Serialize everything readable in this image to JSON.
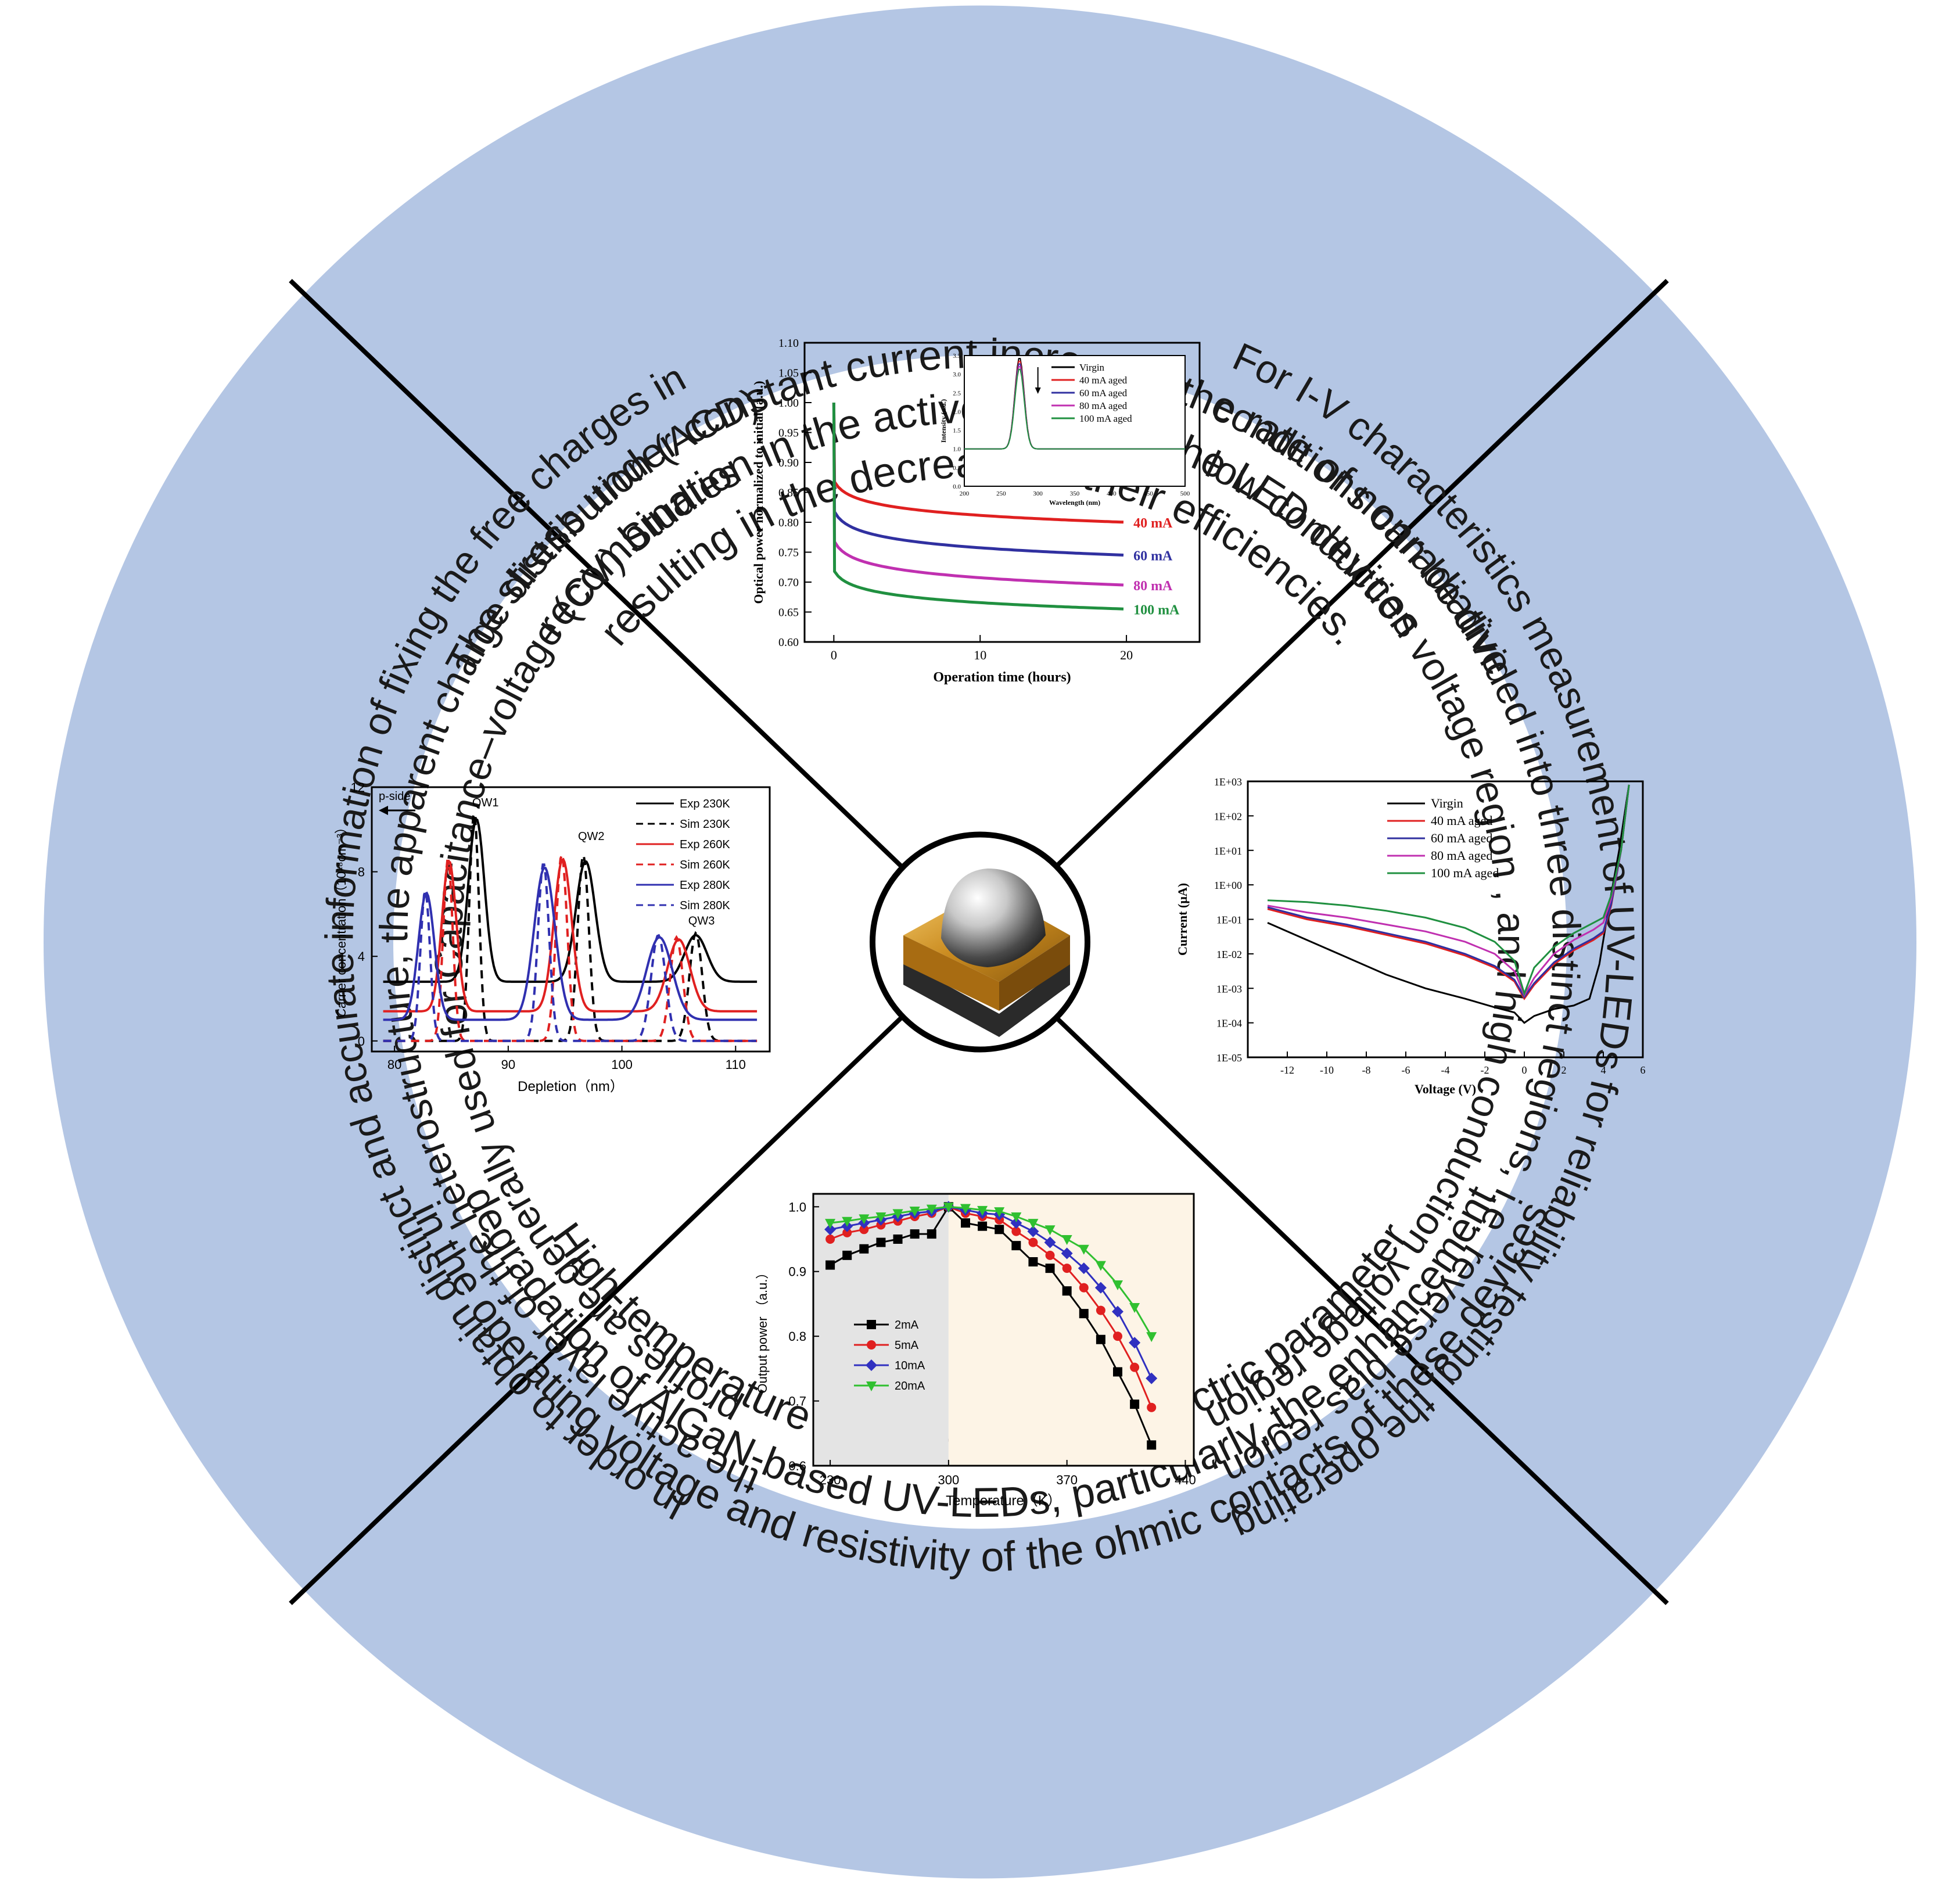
{
  "ring": {
    "top": {
      "lines": [
        "The stress under constant current increases the rate of nonradiative",
        "recombination in the active region of the LED devices",
        "resulting in the decrease of their efficiencies."
      ]
    },
    "right": {
      "lines": [
        "For I-V characteristics measurement of UV-LEDs for reliability testing, the operating",
        "conditions can be divided into three distinct regions, i.e. reverse bias region,",
        "low conduction voltage region , and high conduction voltage region"
      ]
    },
    "bottom": {
      "lines": [
        "High-temperature stress causes the electric parameter",
        "degradation of AlGaN-based UV-LEDs, particularly, the enhancement",
        "in the operating voltage and resistivity of the ohmic contacts of these devices"
      ]
    },
    "left": {
      "lines": [
        "In order to obtain distinct and accurate information of fixing the free charges in",
        "the active layer of the heterostructure, the apparent charge distribution (ACD)",
        "profiles are generally used for Capacitance–voltage (CV) Studies"
      ]
    }
  },
  "colors": {
    "ring": "#b4c6e4",
    "divider": "#000000"
  },
  "center_icon": "uv-led-package-icon",
  "chart_data": [
    {
      "id": "optical-power",
      "type": "line",
      "xlabel": "Operation time (hours)",
      "ylabel": "Optical power normalized to initial (a.u.)",
      "xlim": [
        -2,
        25
      ],
      "ylim": [
        0.6,
        1.1
      ],
      "xticks": [
        0,
        10,
        20
      ],
      "yticks": [
        "0.60",
        "0.65",
        "0.70",
        "0.75",
        "0.80",
        "0.85",
        "0.90",
        "0.95",
        "1.00",
        "1.05",
        "1.10"
      ],
      "series": [
        {
          "name": "40 mA",
          "color": "#e02020",
          "start": 0.87,
          "end": 0.8
        },
        {
          "name": "60 mA",
          "color": "#3030a0",
          "start": 0.82,
          "end": 0.745
        },
        {
          "name": "80 mA",
          "color": "#c030b0",
          "start": 0.77,
          "end": 0.695
        },
        {
          "name": "100 mA",
          "color": "#209040",
          "start": 0.72,
          "end": 0.655
        }
      ],
      "inset": {
        "xlabel": "Wavelength (nm)",
        "ylabel": "Intensity (a.u.)",
        "xlim": [
          200,
          500
        ],
        "ylim": [
          0.0,
          3.5
        ],
        "xticks": [
          200,
          250,
          300,
          350,
          400,
          450,
          500
        ],
        "yticks": [
          "0.0",
          "0.5",
          "1.0",
          "1.5",
          "2.0",
          "2.5",
          "3.0",
          "3.5"
        ],
        "peak_nm": 275,
        "peak": 3.45,
        "baseline": 1.0,
        "legend": [
          {
            "name": "Virgin",
            "color": "#000000"
          },
          {
            "name": "40 mA aged",
            "color": "#e02020"
          },
          {
            "name": "60 mA aged",
            "color": "#3030a0"
          },
          {
            "name": "80 mA aged",
            "color": "#c030b0"
          },
          {
            "name": "100 mA aged",
            "color": "#209040"
          }
        ]
      }
    },
    {
      "id": "iv-curve",
      "type": "line",
      "xlabel": "Voltage (V)",
      "ylabel": "Current (μA)",
      "xlim": [
        -14,
        6
      ],
      "ylim_log": [
        -5,
        3
      ],
      "xticks": [
        -12,
        -10,
        -8,
        -6,
        -4,
        -2,
        0,
        2,
        4,
        6
      ],
      "yticks": [
        "1E-05",
        "1E-04",
        "1E-03",
        "1E-02",
        "1E-01",
        "1E+00",
        "1E+01",
        "1E+02",
        "1E+03"
      ],
      "series": [
        {
          "name": "Virgin",
          "color": "#000000",
          "points": [
            [
              -13,
              -1.1
            ],
            [
              -11,
              -1.6
            ],
            [
              -9,
              -2.1
            ],
            [
              -7,
              -2.6
            ],
            [
              -5,
              -3.0
            ],
            [
              -3,
              -3.3
            ],
            [
              -1.5,
              -3.55
            ],
            [
              -0.5,
              -3.7
            ],
            [
              0,
              -4.0
            ],
            [
              0.5,
              -3.8
            ],
            [
              1.5,
              -3.6
            ],
            [
              2.5,
              -3.5
            ],
            [
              3.3,
              -3.3
            ],
            [
              3.8,
              -2.3
            ],
            [
              4.2,
              -0.9
            ],
            [
              4.8,
              1.0
            ],
            [
              5.3,
              2.9
            ]
          ]
        },
        {
          "name": "40 mA aged",
          "color": "#e02020",
          "points": [
            [
              -13,
              -0.7
            ],
            [
              -11,
              -1.0
            ],
            [
              -9,
              -1.2
            ],
            [
              -7,
              -1.45
            ],
            [
              -5,
              -1.7
            ],
            [
              -3,
              -2.05
            ],
            [
              -1.5,
              -2.4
            ],
            [
              -0.5,
              -2.8
            ],
            [
              0,
              -3.3
            ],
            [
              0.5,
              -2.9
            ],
            [
              1.5,
              -2.3
            ],
            [
              2.5,
              -1.9
            ],
            [
              3.5,
              -1.6
            ],
            [
              4,
              -1.4
            ],
            [
              4.4,
              -0.6
            ],
            [
              4.9,
              1.0
            ],
            [
              5.3,
              2.9
            ]
          ]
        },
        {
          "name": "60 mA aged",
          "color": "#3030a0",
          "points": [
            [
              -13,
              -0.65
            ],
            [
              -11,
              -0.95
            ],
            [
              -9,
              -1.15
            ],
            [
              -7,
              -1.4
            ],
            [
              -5,
              -1.65
            ],
            [
              -3,
              -2.0
            ],
            [
              -1.5,
              -2.35
            ],
            [
              -0.5,
              -2.75
            ],
            [
              0,
              -3.25
            ],
            [
              0.5,
              -2.85
            ],
            [
              1.5,
              -2.25
            ],
            [
              2.5,
              -1.85
            ],
            [
              3.5,
              -1.55
            ],
            [
              4,
              -1.35
            ],
            [
              4.4,
              -0.55
            ],
            [
              4.9,
              1.0
            ],
            [
              5.3,
              2.9
            ]
          ]
        },
        {
          "name": "80 mA aged",
          "color": "#c030b0",
          "points": [
            [
              -13,
              -0.6
            ],
            [
              -11,
              -0.8
            ],
            [
              -9,
              -0.95
            ],
            [
              -7,
              -1.15
            ],
            [
              -5,
              -1.35
            ],
            [
              -3,
              -1.65
            ],
            [
              -1.5,
              -2.0
            ],
            [
              -0.5,
              -2.5
            ],
            [
              0,
              -3.2
            ],
            [
              0.5,
              -2.7
            ],
            [
              1.5,
              -2.0
            ],
            [
              2.5,
              -1.6
            ],
            [
              3.5,
              -1.3
            ],
            [
              4,
              -1.1
            ],
            [
              4.4,
              -0.4
            ],
            [
              4.9,
              1.0
            ],
            [
              5.3,
              2.9
            ]
          ]
        },
        {
          "name": "100 mA aged",
          "color": "#209040",
          "points": [
            [
              -13,
              -0.45
            ],
            [
              -11,
              -0.5
            ],
            [
              -9,
              -0.6
            ],
            [
              -7,
              -0.75
            ],
            [
              -5,
              -0.95
            ],
            [
              -3,
              -1.25
            ],
            [
              -1.5,
              -1.65
            ],
            [
              -0.5,
              -2.2
            ],
            [
              0,
              -3.15
            ],
            [
              0.5,
              -2.4
            ],
            [
              1.5,
              -1.8
            ],
            [
              2.5,
              -1.4
            ],
            [
              3.5,
              -1.1
            ],
            [
              4,
              -0.95
            ],
            [
              4.4,
              -0.3
            ],
            [
              4.9,
              1.0
            ],
            [
              5.3,
              2.9
            ]
          ]
        }
      ]
    },
    {
      "id": "carrier-concentration",
      "type": "line",
      "xlabel": "Depletion（nm）",
      "ylabel": "Carrier concentration（10¹⁸cm⁻³）",
      "xlim": [
        78,
        113
      ],
      "ylim": [
        -0.5,
        12
      ],
      "xticks": [
        80,
        90,
        100,
        110
      ],
      "yticks": [
        0,
        4,
        8,
        12
      ],
      "annotations": [
        "p-side",
        "QW1",
        "QW2",
        "QW3"
      ],
      "series": [
        {
          "name": "Exp 230K",
          "color": "#000000",
          "dash": false,
          "base": 2.8,
          "peaks": [
            [
              87.2,
              10.5,
              1.0
            ],
            [
              96.8,
              8.5,
              1.2
            ],
            [
              106.5,
              5.0,
              1.4
            ]
          ]
        },
        {
          "name": "Sim 230K",
          "color": "#000000",
          "dash": true,
          "base": 0,
          "peaks": [
            [
              87.0,
              10.8,
              0.6
            ],
            [
              96.6,
              8.8,
              0.7
            ],
            [
              106.5,
              5.1,
              0.8
            ]
          ]
        },
        {
          "name": "Exp 260K",
          "color": "#e02020",
          "dash": false,
          "base": 1.4,
          "peaks": [
            [
              84.8,
              8.5,
              0.9
            ],
            [
              94.8,
              8.6,
              1.1
            ],
            [
              105.0,
              4.8,
              1.4
            ]
          ]
        },
        {
          "name": "Sim 260K",
          "color": "#e02020",
          "dash": true,
          "base": 0,
          "peaks": [
            [
              84.7,
              8.6,
              0.6
            ],
            [
              94.7,
              8.8,
              0.7
            ],
            [
              104.8,
              4.9,
              0.8
            ]
          ]
        },
        {
          "name": "Exp 280K",
          "color": "#3030b0",
          "dash": false,
          "base": 1.0,
          "peaks": [
            [
              82.8,
              7.0,
              1.0
            ],
            [
              93.2,
              8.2,
              1.3
            ],
            [
              103.3,
              4.9,
              1.6
            ]
          ]
        },
        {
          "name": "Sim 280K",
          "color": "#3030b0",
          "dash": true,
          "base": 0,
          "peaks": [
            [
              82.7,
              7.1,
              0.6
            ],
            [
              93.1,
              8.4,
              0.7
            ],
            [
              103.2,
              5.0,
              0.9
            ]
          ]
        }
      ]
    },
    {
      "id": "output-power-temp",
      "type": "line",
      "xlabel": "Temperature（K）",
      "ylabel": "Output power （a.u.）",
      "xlim": [
        220,
        445
      ],
      "ylim": [
        0.6,
        1.02
      ],
      "xticks": [
        230,
        300,
        370,
        440
      ],
      "yticks": [
        "0.6",
        "0.7",
        "0.8",
        "0.9",
        "1.0"
      ],
      "shade_split": 300,
      "x": [
        230,
        240,
        250,
        260,
        270,
        280,
        290,
        300,
        310,
        320,
        330,
        340,
        350,
        360,
        370,
        380,
        390,
        400,
        410,
        420
      ],
      "series": [
        {
          "name": "2mA",
          "color": "#000000",
          "marker": "square",
          "values": [
            0.91,
            0.925,
            0.935,
            0.945,
            0.95,
            0.958,
            0.958,
            1.0,
            0.975,
            0.97,
            0.965,
            0.94,
            0.915,
            0.905,
            0.87,
            0.835,
            0.795,
            0.745,
            0.695,
            0.632
          ]
        },
        {
          "name": "5mA",
          "color": "#e02020",
          "marker": "circle",
          "values": [
            0.95,
            0.96,
            0.965,
            0.972,
            0.978,
            0.985,
            0.99,
            1.0,
            0.99,
            0.985,
            0.98,
            0.962,
            0.945,
            0.925,
            0.905,
            0.875,
            0.84,
            0.8,
            0.752,
            0.69
          ]
        },
        {
          "name": "10mA",
          "color": "#3030c0",
          "marker": "diamond",
          "values": [
            0.965,
            0.97,
            0.975,
            0.98,
            0.985,
            0.99,
            0.993,
            1.0,
            0.995,
            0.99,
            0.988,
            0.975,
            0.962,
            0.945,
            0.928,
            0.905,
            0.875,
            0.838,
            0.79,
            0.735
          ]
        },
        {
          "name": "20mA",
          "color": "#30c030",
          "marker": "triangle",
          "values": [
            0.975,
            0.978,
            0.982,
            0.985,
            0.99,
            0.994,
            0.997,
            1.0,
            0.998,
            0.995,
            0.993,
            0.985,
            0.975,
            0.965,
            0.95,
            0.935,
            0.91,
            0.88,
            0.845,
            0.8
          ]
        }
      ]
    }
  ]
}
